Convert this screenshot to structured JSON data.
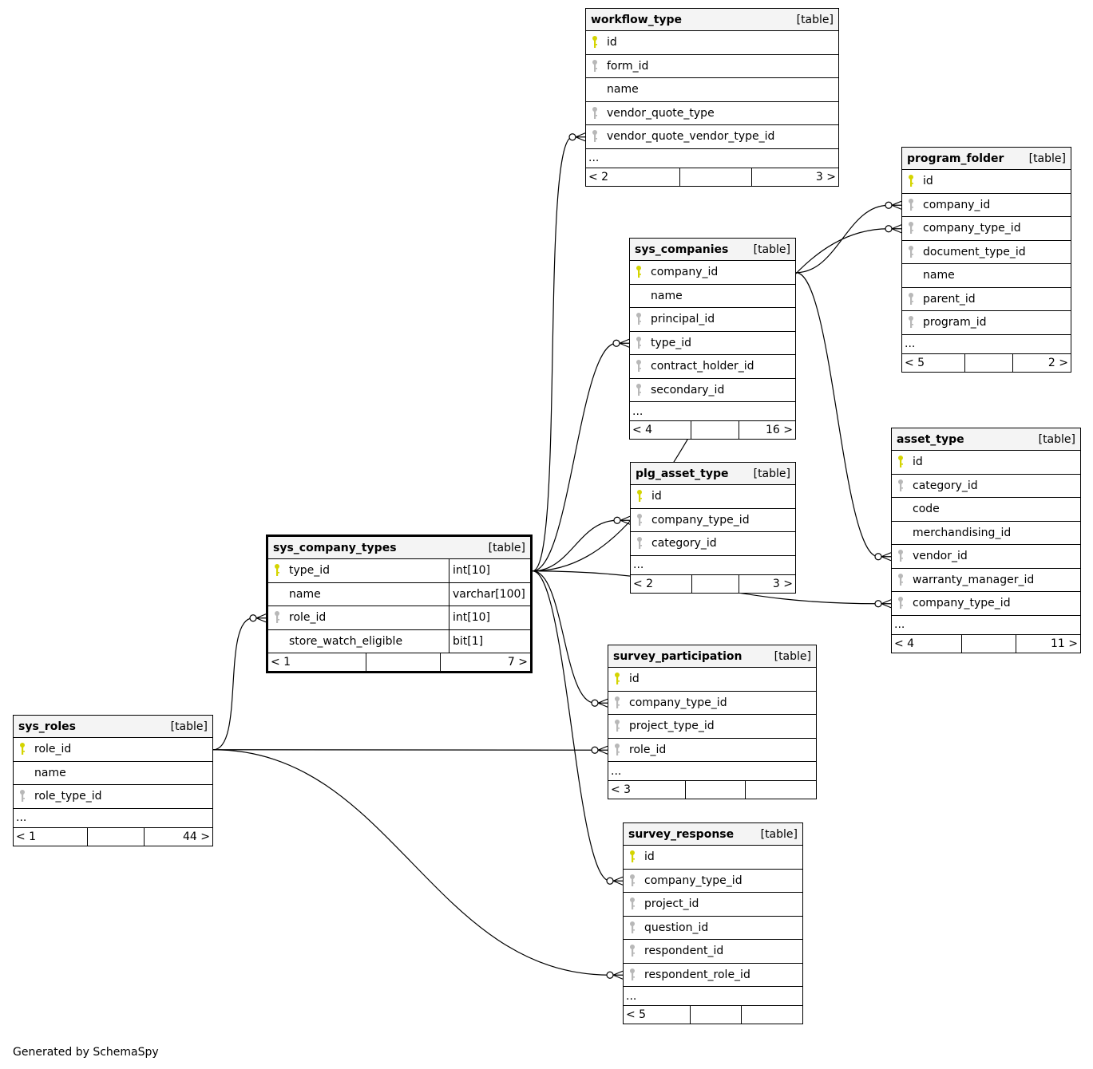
{
  "colors": {
    "pk_key": "#d4d400",
    "fk_key": "#b8b8b8",
    "header_bg": "#f4f4f4"
  },
  "footer": "Generated by SchemaSpy",
  "tables": {
    "workflow_type": {
      "name": "workflow_type",
      "kind": "[table]",
      "columns": [
        {
          "name": "id",
          "key": "pk"
        },
        {
          "name": "form_id",
          "key": "fk"
        },
        {
          "name": "name",
          "key": "none"
        },
        {
          "name": "vendor_quote_type",
          "key": "fk"
        },
        {
          "name": "vendor_quote_vendor_type_id",
          "key": "fk"
        }
      ],
      "more": "...",
      "parents": "< 2",
      "middle": "",
      "children": "3 >"
    },
    "program_folder": {
      "name": "program_folder",
      "kind": "[table]",
      "columns": [
        {
          "name": "id",
          "key": "pk"
        },
        {
          "name": "company_id",
          "key": "fk"
        },
        {
          "name": "company_type_id",
          "key": "fk"
        },
        {
          "name": "document_type_id",
          "key": "fk"
        },
        {
          "name": "name",
          "key": "none"
        },
        {
          "name": "parent_id",
          "key": "fk"
        },
        {
          "name": "program_id",
          "key": "fk"
        }
      ],
      "more": "...",
      "parents": "< 5",
      "middle": "",
      "children": "2 >"
    },
    "sys_companies": {
      "name": "sys_companies",
      "kind": "[table]",
      "columns": [
        {
          "name": "company_id",
          "key": "pk"
        },
        {
          "name": "name",
          "key": "none"
        },
        {
          "name": "principal_id",
          "key": "fk"
        },
        {
          "name": "type_id",
          "key": "fk"
        },
        {
          "name": "contract_holder_id",
          "key": "fk"
        },
        {
          "name": "secondary_id",
          "key": "fk"
        }
      ],
      "more": "...",
      "parents": "< 4",
      "middle": "",
      "children": "16 >"
    },
    "plg_asset_type": {
      "name": "plg_asset_type",
      "kind": "[table]",
      "columns": [
        {
          "name": "id",
          "key": "pk"
        },
        {
          "name": "company_type_id",
          "key": "fk"
        },
        {
          "name": "category_id",
          "key": "fk"
        }
      ],
      "more": "...",
      "parents": "< 2",
      "middle": "",
      "children": "3 >"
    },
    "asset_type": {
      "name": "asset_type",
      "kind": "[table]",
      "columns": [
        {
          "name": "id",
          "key": "pk"
        },
        {
          "name": "category_id",
          "key": "fk"
        },
        {
          "name": "code",
          "key": "none"
        },
        {
          "name": "merchandising_id",
          "key": "none"
        },
        {
          "name": "vendor_id",
          "key": "fk"
        },
        {
          "name": "warranty_manager_id",
          "key": "fk"
        },
        {
          "name": "company_type_id",
          "key": "fk"
        }
      ],
      "more": "...",
      "parents": "< 4",
      "middle": "",
      "children": "11 >"
    },
    "sys_company_types": {
      "name": "sys_company_types",
      "kind": "[table]",
      "columns": [
        {
          "name": "type_id",
          "key": "pk",
          "type": "int[10]"
        },
        {
          "name": "name",
          "key": "none",
          "type": "varchar[100]"
        },
        {
          "name": "role_id",
          "key": "fk",
          "type": "int[10]"
        },
        {
          "name": "store_watch_eligible",
          "key": "none",
          "type": "bit[1]"
        }
      ],
      "parents": "< 1",
      "middle": "",
      "children": "7 >"
    },
    "survey_participation": {
      "name": "survey_participation",
      "kind": "[table]",
      "columns": [
        {
          "name": "id",
          "key": "pk"
        },
        {
          "name": "company_type_id",
          "key": "fk"
        },
        {
          "name": "project_type_id",
          "key": "fk"
        },
        {
          "name": "role_id",
          "key": "fk"
        }
      ],
      "more": "...",
      "parents": "< 3",
      "middle": "",
      "children": ""
    },
    "sys_roles": {
      "name": "sys_roles",
      "kind": "[table]",
      "columns": [
        {
          "name": "role_id",
          "key": "pk"
        },
        {
          "name": "name",
          "key": "none"
        },
        {
          "name": "role_type_id",
          "key": "fk"
        }
      ],
      "more": "...",
      "parents": "< 1",
      "middle": "",
      "children": "44 >"
    },
    "survey_response": {
      "name": "survey_response",
      "kind": "[table]",
      "columns": [
        {
          "name": "id",
          "key": "pk"
        },
        {
          "name": "company_type_id",
          "key": "fk"
        },
        {
          "name": "project_id",
          "key": "fk"
        },
        {
          "name": "question_id",
          "key": "fk"
        },
        {
          "name": "respondent_id",
          "key": "fk"
        },
        {
          "name": "respondent_role_id",
          "key": "fk"
        }
      ],
      "more": "...",
      "parents": "< 5",
      "middle": "",
      "children": ""
    }
  },
  "relationships": [
    {
      "from": "sys_company_types.type_id",
      "to": "workflow_type.vendor_quote_vendor_type_id"
    },
    {
      "from": "sys_company_types.type_id",
      "to": "program_folder.company_type_id"
    },
    {
      "from": "sys_companies.company_id",
      "to": "program_folder.company_id"
    },
    {
      "from": "sys_company_types.type_id",
      "to": "sys_companies.type_id"
    },
    {
      "from": "sys_companies.company_id",
      "to": "asset_type.vendor_id"
    },
    {
      "from": "sys_company_types.type_id",
      "to": "plg_asset_type.company_type_id"
    },
    {
      "from": "sys_company_types.type_id",
      "to": "asset_type.company_type_id"
    },
    {
      "from": "sys_company_types.type_id",
      "to": "survey_participation.company_type_id"
    },
    {
      "from": "sys_company_types.type_id",
      "to": "survey_response.company_type_id"
    },
    {
      "from": "sys_roles.role_id",
      "to": "sys_company_types.role_id"
    },
    {
      "from": "sys_roles.role_id",
      "to": "survey_participation.role_id"
    },
    {
      "from": "sys_roles.role_id",
      "to": "survey_response.respondent_role_id"
    }
  ]
}
